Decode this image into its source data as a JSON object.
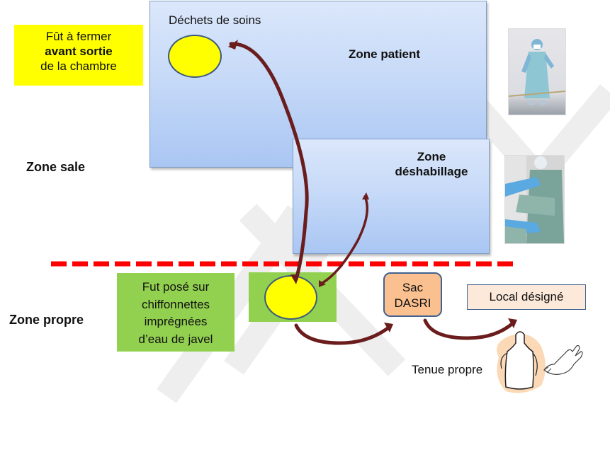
{
  "zones": {
    "dirty": "Zone sale",
    "clean": "Zone propre"
  },
  "notes": {
    "close_bin": {
      "line1": "Fût à fermer",
      "line2": "avant sortie",
      "line3": "de la chambre",
      "bg": "#ffff00"
    },
    "bin_placed": {
      "line1": "Fut posé sur",
      "line2": "chiffonnettes",
      "line3": "imprégnées",
      "line4": "d’eau de javel",
      "bg": "#92d050"
    }
  },
  "areas": {
    "patient": {
      "title": "Zone patient",
      "waste_label": "Déchets de soins"
    },
    "undress": {
      "line1": "Zone",
      "line2": "déshabillage"
    }
  },
  "steps": {
    "sac": {
      "line1": "Sac",
      "line2": "DASRI",
      "bg": "#fac090"
    },
    "local": {
      "label": "Local désigné",
      "bg": "#fde9d9"
    },
    "clean_outfit": {
      "label": "Tenue propre"
    }
  },
  "icons": {
    "photo_top": "person-in-protective-gown-photo",
    "photo_bottom": "person-removing-gown-photo",
    "apron": "apron-icon",
    "glove": "glove-icon"
  },
  "colors": {
    "separator": "#ff0000",
    "arrow": "#6b1d1d",
    "bin": "#ffff00",
    "box_border": "#7f9cc6"
  }
}
